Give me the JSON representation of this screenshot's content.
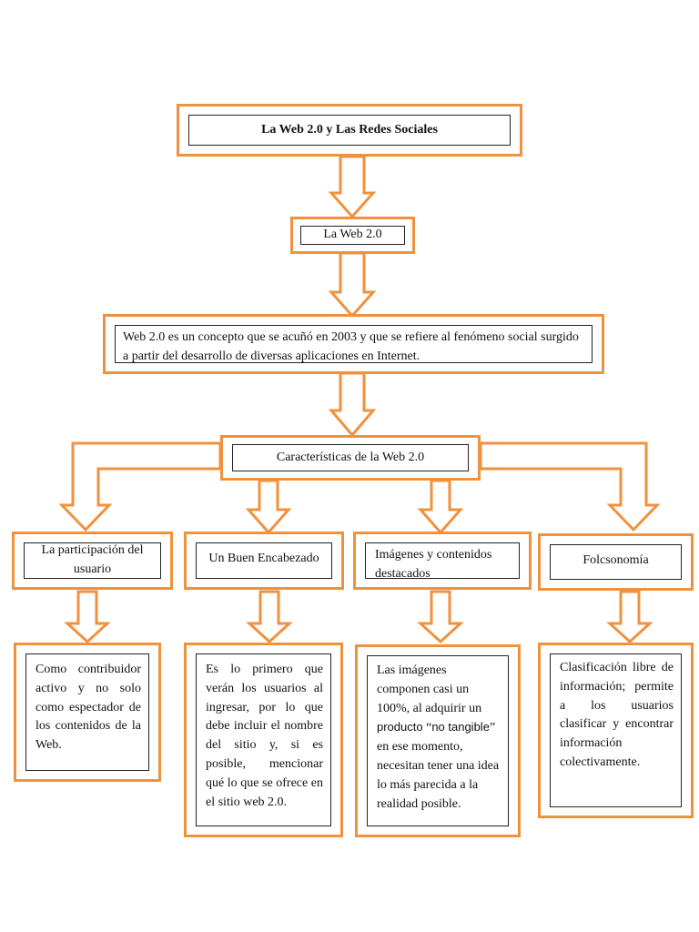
{
  "title": "La Web 2.0 y Las Redes Sociales",
  "section": "La Web 2.0",
  "definition": "Web 2.0 es un concepto que se acuñó en 2003 y que se refiere al fenómeno social surgido a partir del desarrollo de diversas aplicaciones en Internet.",
  "characteristics_header": "Características de la Web 2.0",
  "colors": {
    "border": "#f0913d",
    "text": "#111111"
  },
  "branches": [
    {
      "heading": "La participación del usuario",
      "detail": "Como contribuidor activo y no solo como espectador de los contenidos de la Web."
    },
    {
      "heading": "Un Buen Encabezado",
      "detail": "Es lo primero que verán los usuarios al ingresar, por lo que debe incluir el nombre del sitio y, si es posible, mencionar qué lo que se ofrece en el sitio web 2.0."
    },
    {
      "heading": "Imágenes y contenidos destacados",
      "detail_parts": {
        "before": "Las imágenes componen casi un 100%, al adquirir un ",
        "word1": "producto",
        "q_open": " “",
        "word2": "no tangible",
        "q_close": "”",
        "after": " en ese momento, necesitan tener una idea lo más parecida a la realidad posible."
      }
    },
    {
      "heading": "Folcsonomía",
      "detail": "Clasificación libre de información; permite a los usuarios clasificar y encontrar información colectivamente."
    }
  ]
}
